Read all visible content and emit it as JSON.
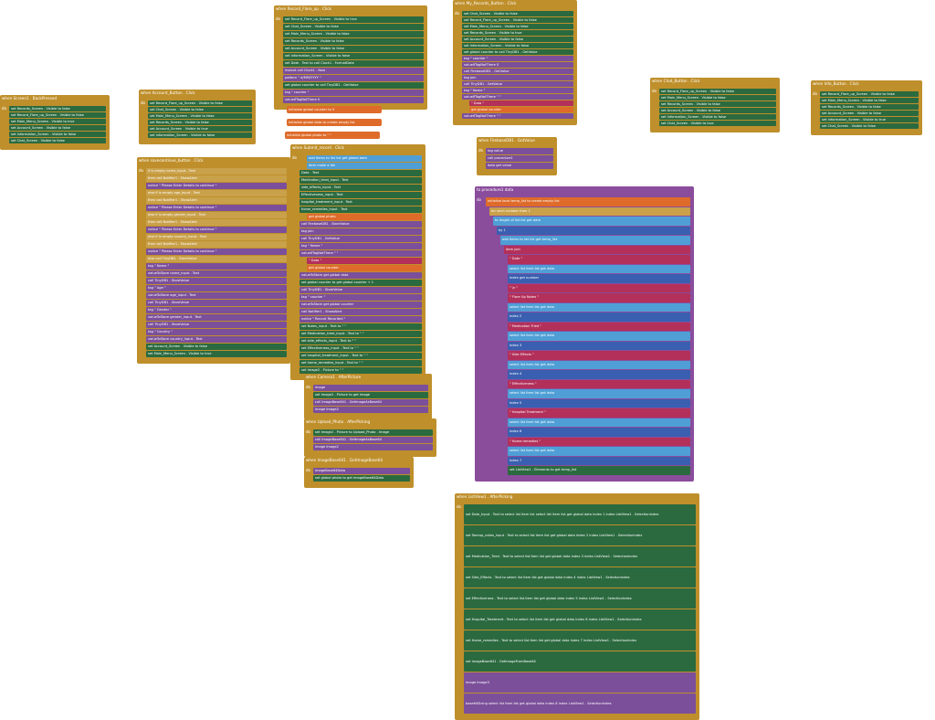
{
  "blocks": {
    "screen1_back": {
      "header": "when Screen1 . BackPressed",
      "rows": [
        "set Records_Screen . Visible to false",
        "set Record_Flare_up_Screen . Visible to false",
        "set Main_Menu_Screen . Visible to true",
        "set Account_Screen . Visible to false",
        "set Information_Screen . Visible to false",
        "set Chat_Screen . Visible to false"
      ]
    },
    "account_click": {
      "header": "when Account_Button . Click",
      "rows": [
        "set Record_Flare_up_Screen . Visible to false",
        "set Chat_Screen . Visible to false",
        "set Main_Menu_Screen . Visible to false",
        "set Records_Screen . Visible to false",
        "set Account_Screen . Visible to true",
        "set Information_Screen . Visible to false"
      ]
    },
    "record_flare_click": {
      "header": "when Record_Flare_up . Click",
      "rows": [
        "set Record_Flare_up_Screen . Visible to true",
        "set Chat_Screen . Visible to false",
        "set Main_Menu_Screen . Visible to false",
        "set Records_Screen . Visible to false",
        "set Account_Screen . Visible to false",
        "set Information_Screen . Visible to false",
        "set Date . Text to call Clock1 . FormatDate",
        "instant call Clock1 . Now",
        "pattern \" d/MM/YYYY \"",
        "set global counter to call TinyDB1 . GetValue",
        "tag \" counter \"",
        "valueIfTagNotThere 0"
      ]
    },
    "my_records_click": {
      "header": "when My_Records_Button . Click",
      "rows": [
        "set Chat_Screen . Visible to false",
        "set Record_Flare_up_Screen . Visible to false",
        "set Main_Menu_Screen . Visible to false",
        "set Records_Screen . Visible to true",
        "set Account_Screen . Visible to false",
        "set Information_Screen . Visible to false",
        "set global counter to call TinyDB1 . GetValue",
        "tag \" counter \"",
        "valueIfTagNotThere 0",
        "call FirebaseDB1 . GetValue",
        "tag join",
        "call TinyDB1 . GetValue",
        "tag \" Name \"",
        "valueIfTagNotThere \" \"",
        "\" Data \"",
        "get global counter",
        "valueIfTagNotThere \" \""
      ]
    },
    "chat_click": {
      "header": "when Chat_Button . Click",
      "rows": [
        "set Record_Flare_up_Screen . Visible to false",
        "set Main_Menu_Screen . Visible to false",
        "set Records_Screen . Visible to false",
        "set Account_Screen . Visible to false",
        "set Information_Screen . Visible to false",
        "set Chat_Screen . Visible to true"
      ]
    },
    "info_click": {
      "header": "when Info_Button . Click",
      "rows": [
        "set Record_Flare_up_Screen . Visible to false",
        "set Main_Menu_Screen . Visible to false",
        "set Records_Screen . Visible to false",
        "set Account_Screen . Visible to false",
        "set Information_Screen . Visible to true",
        "set Chat_Screen . Visible to false"
      ]
    },
    "globals": [
      "initialize global counter to 0",
      "initialize global data to create empty list",
      "initialize global photo to \" \""
    ],
    "firebase_gotvalue": {
      "header": "when FirebaseDB1 . GotValue",
      "rows": [
        "tag value",
        "call procedure1",
        "data get value"
      ]
    },
    "savecontinue": {
      "header": "when savecontinue_button . Click",
      "rows": [
        "if is empty name_input . Text",
        "then call Notifier1 . ShowAlert",
        "notice \" Please Enter Details to continue \"",
        "else if is empty age_input . Text",
        "then call Notifier1 . ShowAlert",
        "notice \" Please Enter Details to continue \"",
        "else if is empty gender_input . Text",
        "then call Notifier1 . ShowAlert",
        "notice \" Please Enter Details to continue \"",
        "else if is empty country_input . Text",
        "then call Notifier1 . ShowAlert",
        "notice \" Please Enter Details to continue \"",
        "else call TinyDB1 . StoreValue",
        "tag \" Name \"",
        "valueToStore name_input . Text",
        "call TinyDB1 . StoreValue",
        "tag \" Age \"",
        "valueToStore age_input . Text",
        "call TinyDB1 . StoreValue",
        "tag \" Gender \"",
        "valueToStore gender_input . Text",
        "call TinyDB1 . StoreValue",
        "tag \" Country \"",
        "valueToStore country_input . Text",
        "set Account_Screen . Visible to false",
        "set Main_Menu_Screen . Visible to true"
      ]
    },
    "submit_record": {
      "header": "when Submit_record . Click",
      "rows": [
        "add items to list list get global data",
        "item make a list",
        "Date . Text",
        "Medication_tried_input . Text",
        "side_effects_input . Text",
        "Effectiveness_input . Text",
        "hospital_treatment_input . Text",
        "home_remedies_input . Text",
        "get global photo",
        "call FirebaseDB1 . StoreValue",
        "tag join",
        "call TinyDB1 . GetValue",
        "tag \" Name \"",
        "valueIfTagNotThere \" \"",
        "\" Data \"",
        "get global counter",
        "valueToStore get global data",
        "set global counter to get global counter + 1",
        "call TinyDB1 . StoreValue",
        "tag \" counter \"",
        "valueToStore get global counter",
        "call Notifier1 . ShowAlert",
        "notice \" Record Recorded \"",
        "set Notes_input . Text to \" \"",
        "set Medication_tried_input . Text to \" \"",
        "set side_effects_input . Text to \" \"",
        "set Effectiveness_input . Text to \" \"",
        "set hospital_treatment_input . Text to \" \"",
        "set home_remedies_input . Text to \" \"",
        "set Image2 . Picture to \" \""
      ]
    },
    "camera_after": {
      "header": "when Camera1 . AfterPicture",
      "rows": [
        "image",
        "set Image2 . Picture to get image",
        "call ImageBase641 . GetImageAsBase64",
        "image Image2"
      ]
    },
    "upload_after": {
      "header": "when Upload_Photo . AfterPicking",
      "rows": [
        "set Image2 . Picture to Upload_Photo . Image",
        "call ImageBase641 . GetImageAsBase64",
        "image Image2"
      ]
    },
    "imagebase_got": {
      "header": "when ImageBase641 . GotImageBase64",
      "rows": [
        "imageBase64Data",
        "set global photo to get imageBase64Data"
      ]
    },
    "procedure1": {
      "header": "to procedure1 data",
      "rows": [
        "initialize local temp_list to create empty list",
        "for each number from 1",
        "to length of list list get data",
        "by 1",
        "add items to list list get temp_list",
        "item join",
        "\" Date \"",
        "select list item list get data",
        "index get number",
        "\" \\n \"",
        "\" Flare Up Notes \"",
        "select list item list get data",
        "index 2",
        "\" Medication Tried \"",
        "select list item list get data",
        "index 3",
        "\" Side Effects \"",
        "select list item list get data",
        "index 4",
        "\" Effectiveness \"",
        "select list item list get data",
        "index 5",
        "\" Hospital Treatment \"",
        "select list item list get data",
        "index 6",
        "\" Home remedies \"",
        "select list item list get data",
        "index 7",
        "set ListView1 . Elements to get temp_list"
      ]
    },
    "listview_after": {
      "header": "when ListView1 . AfterPicking",
      "rows": [
        "set Date_Input . Text to select list item list select list item list get global data index 1 index ListView1 . SelectionIndex",
        "set flareup_notes_input . Text to select list item list get global data index 2 index ListView1 . SelectionIndex",
        "set Medication_Tried . Text to select list item list get global data index 3 index ListView1 . SelectionIndex",
        "set Side_Effects . Text to select list item list get global data index 4 index ListView1 . SelectionIndex",
        "set Effectiveness . Text to select list item list get global data index 5 index ListView1 . SelectionIndex",
        "set Hospital_Treatment . Text to select list item list get global data index 6 index ListView1 . SelectionIndex",
        "set Home_remedies . Text to select list item list get global data index 7 index ListView1 . SelectionIndex",
        "set ImageBase641 . GetImageFromBase64",
        "image Image3",
        "base64String select list item list get global data index 8 index ListView1 . SelectionIndex"
      ]
    }
  }
}
